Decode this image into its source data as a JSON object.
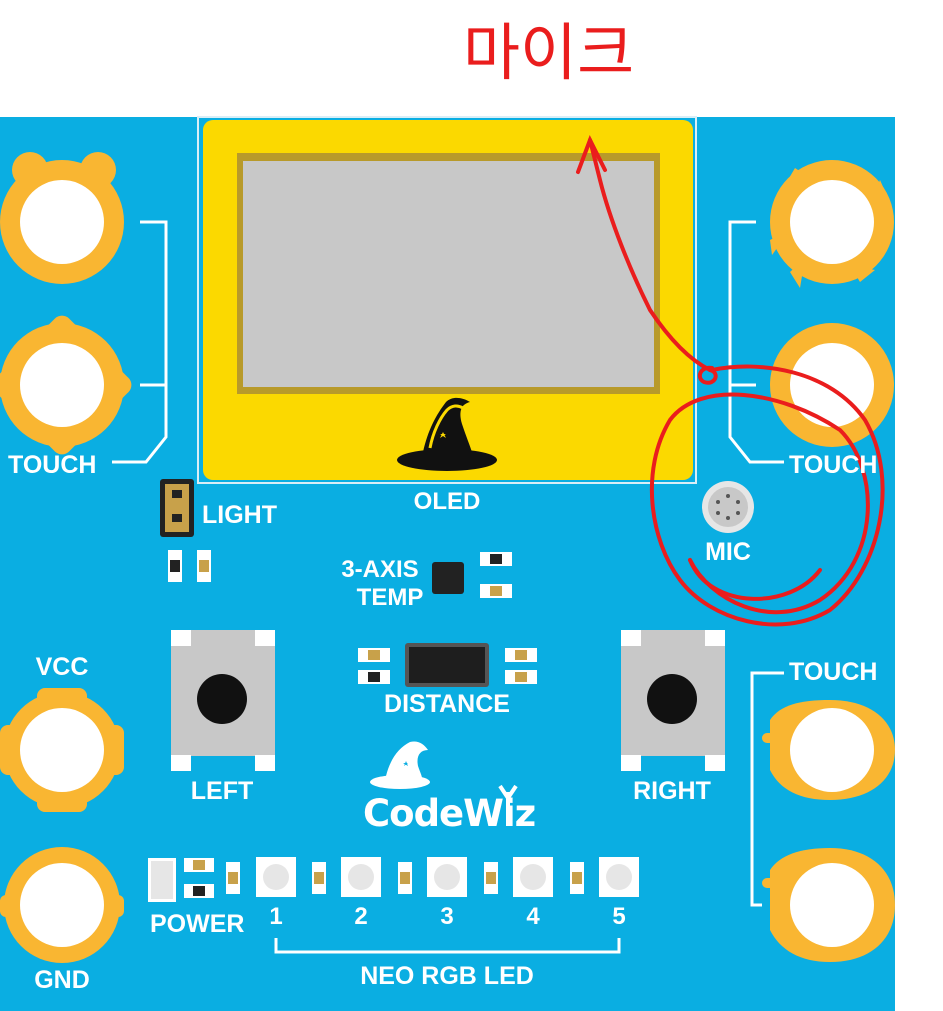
{
  "annotation": {
    "text": "마이크",
    "color": "#ea1d1d"
  },
  "brand": {
    "name": "CodeWiz"
  },
  "labels": {
    "touch_left": "TOUCH",
    "touch_right_top": "TOUCH",
    "touch_right_bottom": "TOUCH",
    "oled": "OLED",
    "light": "LIGHT",
    "mic": "MIC",
    "axis_line1": "3-AXIS",
    "axis_line2": "TEMP",
    "distance": "DISTANCE",
    "left": "LEFT",
    "right": "RIGHT",
    "vcc": "VCC",
    "gnd": "GND",
    "power": "POWER",
    "neo_rgb_led": "NEO RGB LED"
  },
  "led_numbers": [
    "1",
    "2",
    "3",
    "4",
    "5"
  ],
  "colors": {
    "board": "#0aaee2",
    "pad": "#f9b632",
    "oled_frame": "#fbd900",
    "screen": "#c8c8c8",
    "annotation": "#ea1d1d"
  }
}
